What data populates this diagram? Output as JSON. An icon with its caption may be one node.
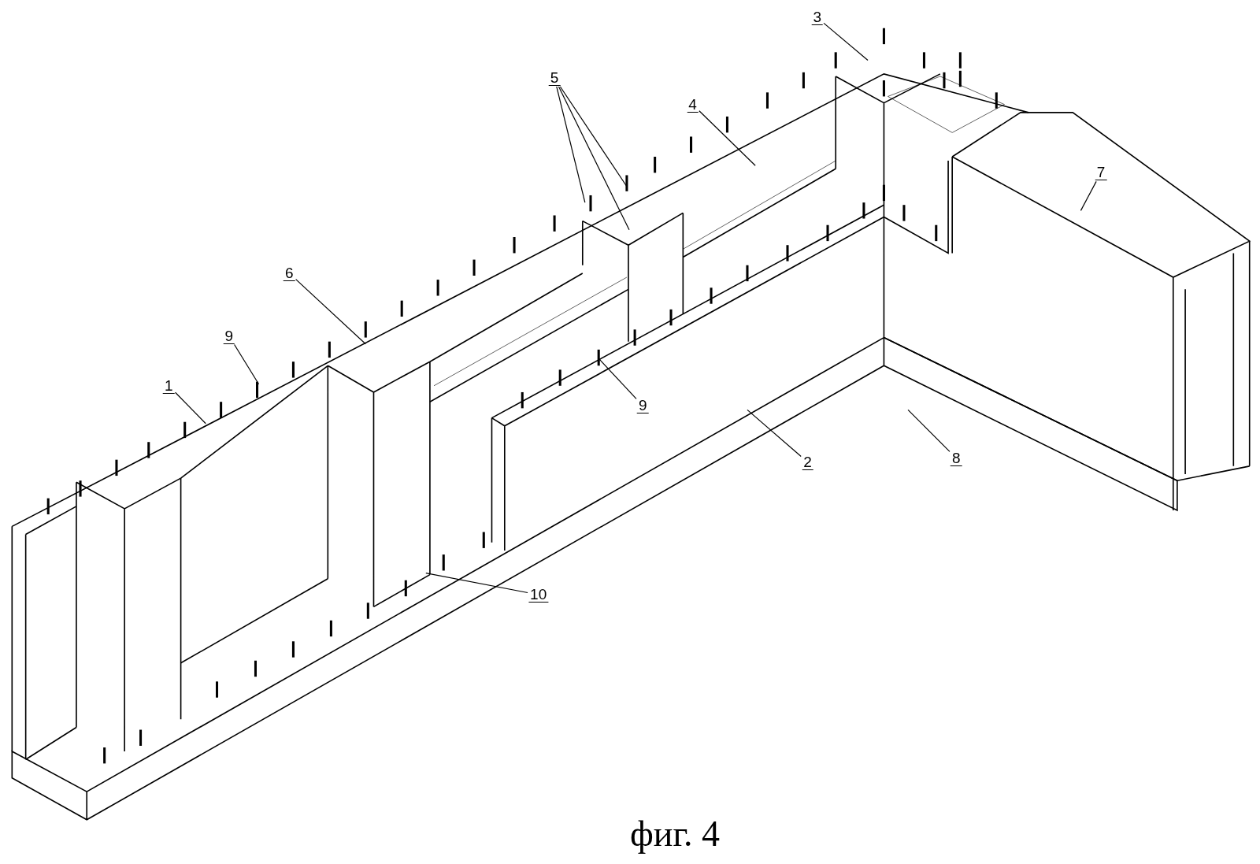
{
  "diagram": {
    "caption": "фиг. 4",
    "nodes": [
      {
        "text": [
          "3"
        ]
      },
      {
        "text": [
          "5"
        ]
      },
      {
        "text": [
          "4"
        ]
      },
      {
        "text": [
          "7"
        ]
      },
      {
        "text": [
          "6"
        ]
      },
      {
        "text": [
          "9"
        ]
      },
      {
        "text": [
          "1"
        ]
      },
      {
        "text": [
          "9"
        ]
      },
      {
        "text": [
          "2"
        ]
      },
      {
        "text": [
          "8"
        ]
      },
      {
        "text": [
          "10"
        ]
      }
    ],
    "edges": [
      {
        "from": 0,
        "to": null,
        "arrow": "none"
      },
      {
        "from": 1,
        "to": null,
        "arrow": "none"
      },
      {
        "from": 1,
        "to": null,
        "arrow": "none"
      },
      {
        "from": 1,
        "to": null,
        "arrow": "none"
      },
      {
        "from": 2,
        "to": null,
        "arrow": "none"
      },
      {
        "from": 3,
        "to": null,
        "arrow": "none"
      },
      {
        "from": 4,
        "to": null,
        "arrow": "none"
      },
      {
        "from": 5,
        "to": null,
        "arrow": "none"
      },
      {
        "from": 6,
        "to": null,
        "arrow": "none"
      },
      {
        "from": 7,
        "to": null,
        "arrow": "none"
      },
      {
        "from": 8,
        "to": null,
        "arrow": "none"
      },
      {
        "from": 9,
        "to": null,
        "arrow": "none"
      },
      {
        "from": 10,
        "to": null,
        "arrow": "none"
      }
    ]
  }
}
